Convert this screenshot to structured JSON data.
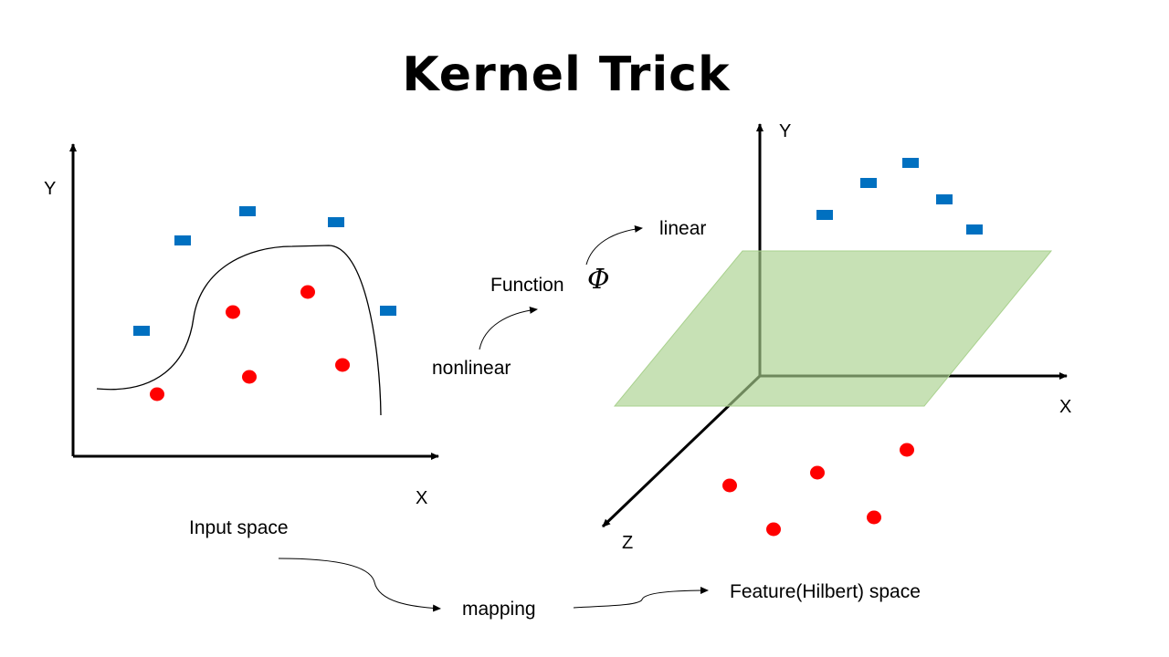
{
  "title": "Kernel Trick",
  "left_plot": {
    "x_axis_label": "X",
    "y_axis_label": "Y",
    "caption": "Input space"
  },
  "right_plot": {
    "x_axis_label": "X",
    "y_axis_label": "Y",
    "z_axis_label": "Z",
    "caption": "Feature(Hilbert) space"
  },
  "labels": {
    "nonlinear": "nonlinear",
    "function": "Function",
    "phi": "Φ",
    "linear": "linear",
    "mapping": "mapping"
  },
  "colors": {
    "square_class": "#0070c0",
    "circle_class": "#ff0000",
    "hyperplane_fill": "#c5e0a5",
    "hyperplane_stroke": "#a9d18e"
  }
}
